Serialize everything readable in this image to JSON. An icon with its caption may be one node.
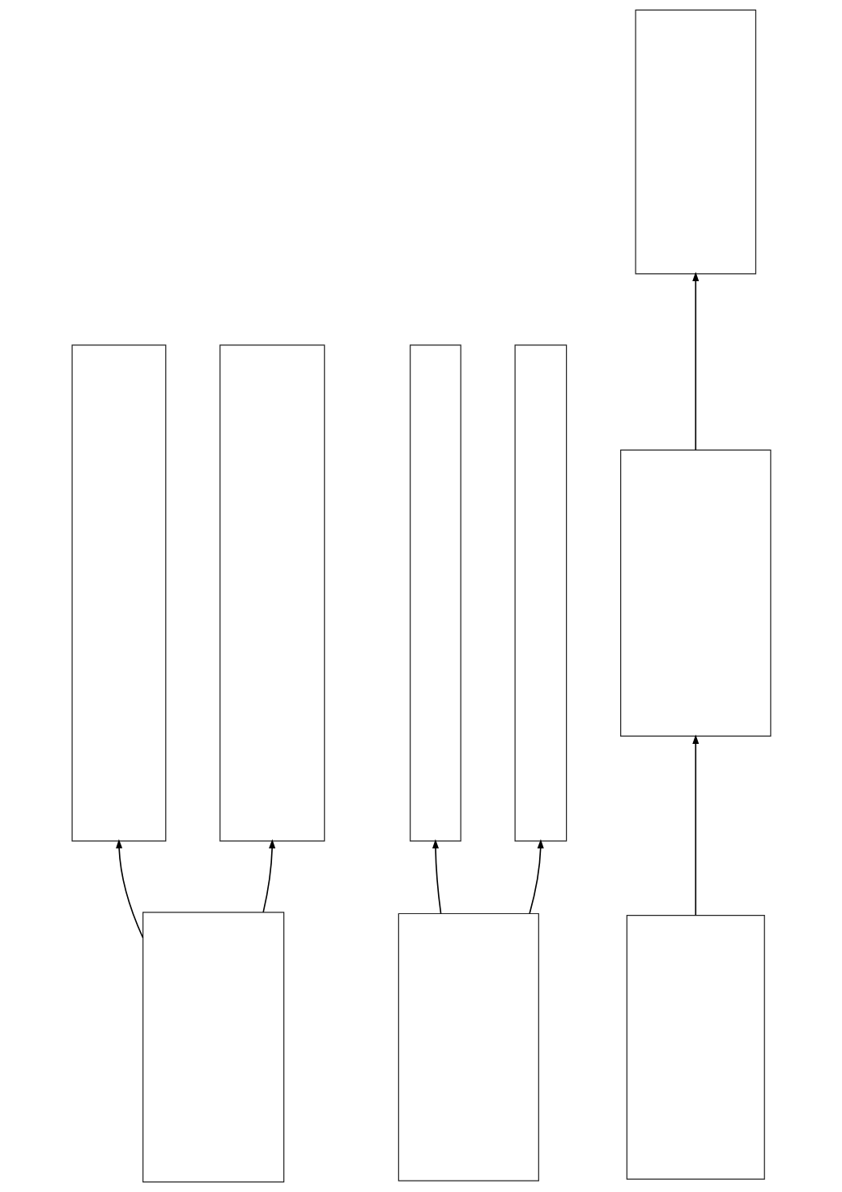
{
  "diagram": {
    "nodes": [
      {
        "text": [],
        "shape": "box"
      },
      {
        "text": [],
        "shape": "box"
      },
      {
        "text": [],
        "shape": "box"
      },
      {
        "text": [],
        "shape": "box"
      },
      {
        "text": [],
        "shape": "box"
      },
      {
        "text": [],
        "shape": "box"
      },
      {
        "text": [],
        "shape": "box"
      },
      {
        "text": [],
        "shape": "box"
      },
      {
        "text": [],
        "shape": "box"
      }
    ],
    "edges": [
      {
        "from": 6,
        "to": 1,
        "arrow": "to"
      },
      {
        "from": 6,
        "to": 2,
        "arrow": "to"
      },
      {
        "from": 7,
        "to": 3,
        "arrow": "to"
      },
      {
        "from": 7,
        "to": 4,
        "arrow": "to"
      },
      {
        "from": 8,
        "to": 5,
        "arrow": "to"
      },
      {
        "from": 5,
        "to": 0,
        "arrow": "to"
      }
    ]
  }
}
